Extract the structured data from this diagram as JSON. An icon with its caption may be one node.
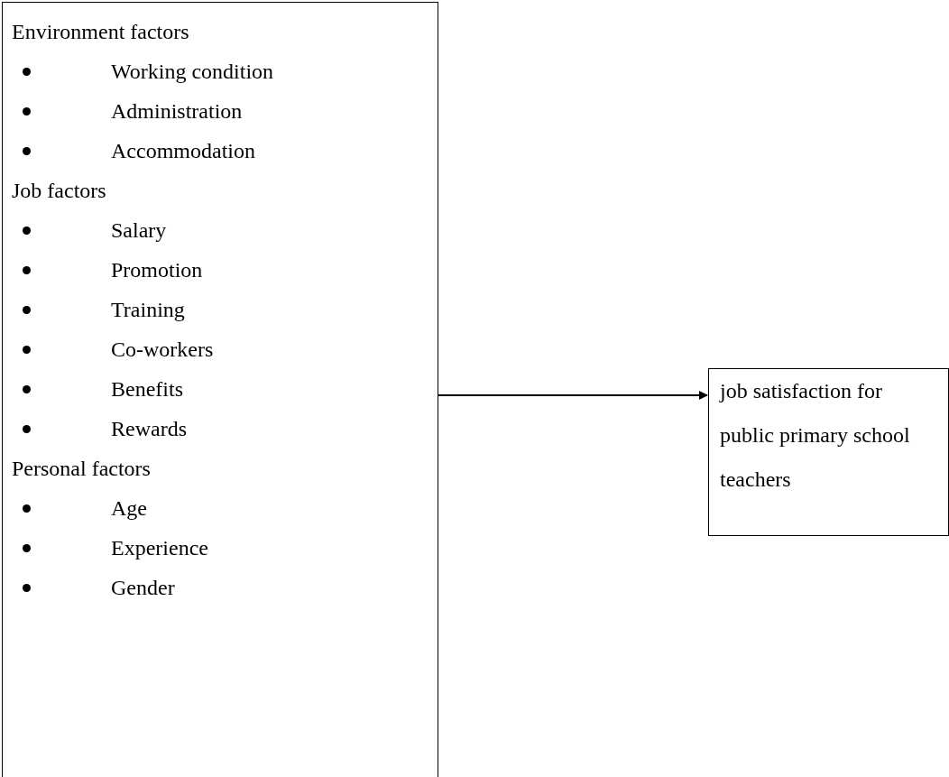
{
  "diagram": {
    "nodes": [
      {
        "text": [
          "Environment factors",
          "Working condition",
          "Administration",
          "Accommodation",
          "Job factors",
          "Salary",
          "Promotion",
          "Training",
          "Co-workers",
          "Benefits",
          "Rewards",
          "Personal factors",
          "Age",
          "Experience",
          "Gender"
        ]
      },
      {
        "text": [
          "job satisfaction for public primary school teachers"
        ]
      }
    ],
    "edges": [
      {
        "from": 0,
        "to": 1,
        "arrow": "to"
      }
    ]
  }
}
